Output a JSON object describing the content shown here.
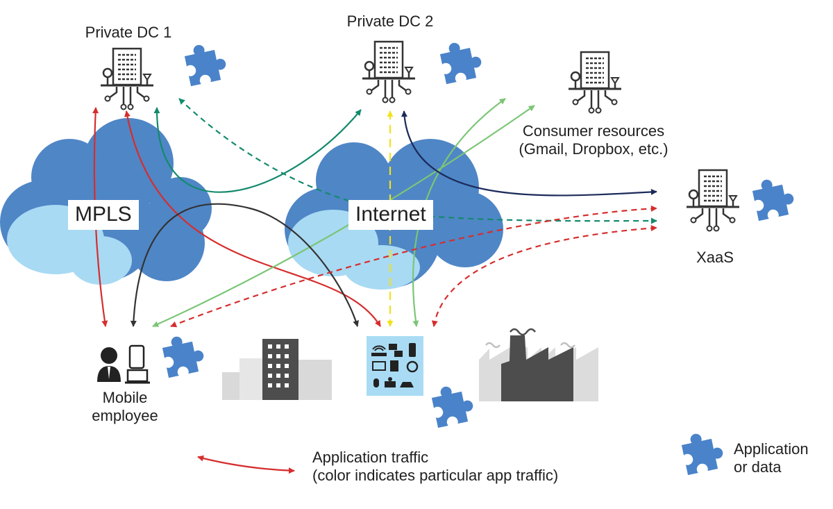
{
  "labels": {
    "private_dc1": "Private DC 1",
    "private_dc2": "Private DC 2",
    "consumer_line1": "Consumer resources",
    "consumer_line2": "(Gmail, Dropbox, etc.)",
    "xaas": "XaaS",
    "mpls": "MPLS",
    "internet": "Internet",
    "mobile_line1": "Mobile",
    "mobile_line2": "employee"
  },
  "legend": {
    "traffic_line1": "Application traffic",
    "traffic_line2": "(color indicates particular app traffic)",
    "app_line1": "Application",
    "app_line2": "or data"
  },
  "colors": {
    "red": "#d62d2d",
    "dark_green": "#138a6c",
    "light_green": "#7cc576",
    "navy": "#1b2a5a",
    "dark_gray": "#333333",
    "yellow": "#f2e21a",
    "puzzle": "#4a83c9",
    "cloud_dark": "#4f86c6",
    "cloud_light": "#a8daf3",
    "device_panel": "#a9dcf4",
    "building_gray": "#d9d9d9",
    "factory": "#4d4d4d"
  },
  "icons": [
    "datacenter-icon",
    "puzzle-icon",
    "cloud-icon",
    "office-building-icon",
    "factory-icon",
    "devices-icon",
    "employee-icon"
  ]
}
